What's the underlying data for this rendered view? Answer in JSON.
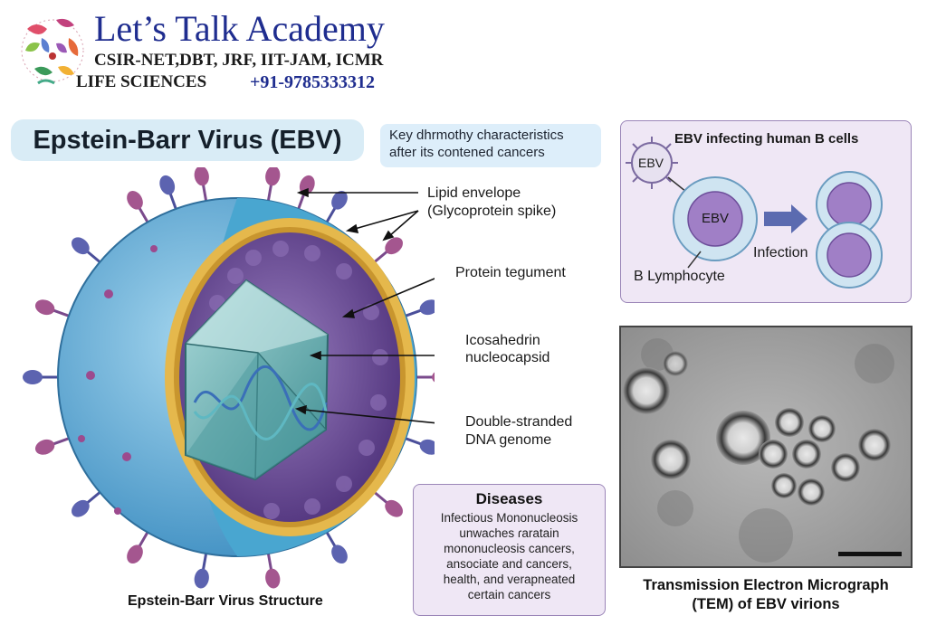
{
  "brand": {
    "name": "Let’s Talk Academy",
    "exams": "CSIR-NET,DBT, JRF, IIT-JAM, ICMR",
    "subject": "LIFE SCIENCES",
    "phone": "+91-9785333312"
  },
  "title": "Epstein-Barr Virus (EBV)",
  "key_note": [
    "Key dhrmothy characteristics",
    "after its contened cancers"
  ],
  "structure": {
    "caption": "Epstein-Barr Virus Structure",
    "labels": {
      "lipid": "Lipid envelope",
      "glyco": "(Glycoprotein spike)",
      "tegument": "Protein tegument",
      "capsid1": "Icosahedrin",
      "capsid2": "nucleocapsid",
      "dna1": "Double-stranded",
      "dna2": "DNA genome"
    }
  },
  "infection_panel": {
    "title": "EBV infecting human B cells",
    "virus_label": "EBV",
    "cell_label": "EBV",
    "b_label": "B Lymphocyte",
    "arrow_label": "Infection"
  },
  "diseases": {
    "title": "Diseases",
    "lines": [
      "Infectious Mononucleosis",
      "unwaches ɾaratain",
      "mononucleosis cancers,",
      "ansociate and cancers,",
      "health, and verapneated",
      "certain cancers"
    ]
  },
  "tem": {
    "caption1": "Transmission Electron Micrograph",
    "caption2": "(TEM) of EBV virions"
  },
  "colors": {
    "brand_blue": "#1f2d8f",
    "virus_blue": "#5aaed6",
    "membrane_gold": "#e5b84c",
    "tegument_purple": "#6b4c94",
    "capsid_teal": "#5fa8aa",
    "panel_purple": "#efe7f5"
  }
}
